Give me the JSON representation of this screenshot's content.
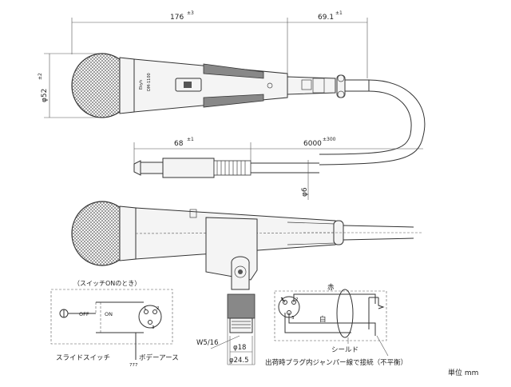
{
  "dimensions": {
    "length_main": "176",
    "length_main_tol": "±3",
    "length_end": "69.1",
    "length_end_tol": "±1",
    "head_diameter": "φ52",
    "head_diameter_tol": "±2",
    "plug_length": "68",
    "plug_length_tol": "±1",
    "cable_length": "6000",
    "cable_length_tol": "±300",
    "cable_diameter": "φ6",
    "stand_thread": "W5/16",
    "stand_inner": "φ18",
    "stand_outer": "φ24.5"
  },
  "mic_label": "Ekyh",
  "mic_model": "DM-1100",
  "circuit": {
    "title": "（スイッチONのとき）",
    "off_label": "OFF",
    "on_label": "ON",
    "pin1": "1",
    "pin2": "2",
    "pin3": "3",
    "slide_switch": "スライドスイッチ",
    "body_ground": "ボデーアース",
    "ground_symbol": "777"
  },
  "wiring": {
    "red": "赤",
    "white": "白",
    "shield": "シールド",
    "jumper_note": "出荷時プラグ内ジャンパー線で接続（不平衡）",
    "pin1": "1",
    "pin2": "2",
    "pin3": "3"
  },
  "unit": "単位 mm",
  "colors": {
    "line": "#333333",
    "fill": "#f4f4f4",
    "dark": "#888888"
  }
}
